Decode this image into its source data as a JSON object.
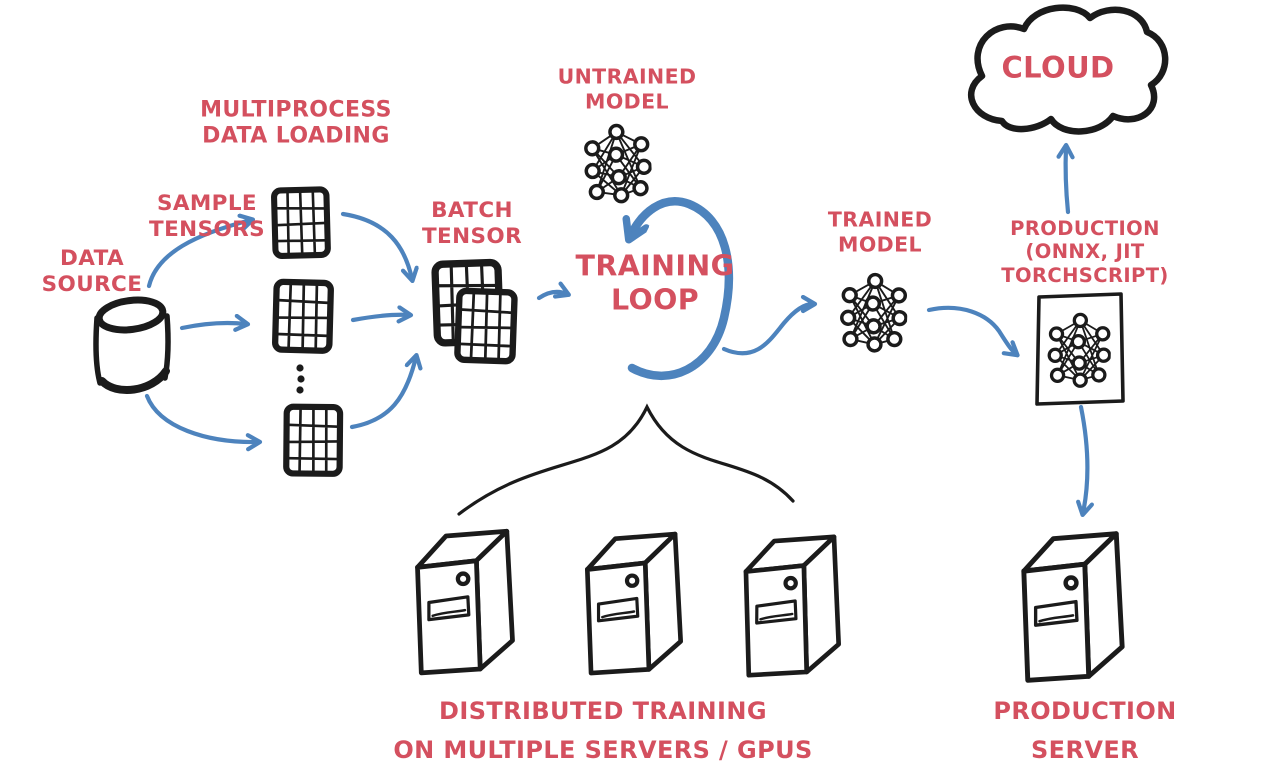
{
  "diagram": {
    "title": "Hand-drawn machine learning training pipeline diagram",
    "colors": {
      "background": "#ffffff",
      "label_red": "#d4505f",
      "arrow_blue": "#4d83bd",
      "ink_black": "#1b1b1b"
    },
    "nodes": {
      "multiprocess_data_loading": {
        "line1": "MULTIPROCESS",
        "line2": "DATA LOADING"
      },
      "sample_tensors": {
        "line1": "SAMPLE",
        "line2": "TENSORS"
      },
      "data_source": {
        "line1": "DATA",
        "line2": "SOURCE"
      },
      "batch_tensor": {
        "line1": "BATCH",
        "line2": "TENSOR"
      },
      "untrained_model": {
        "line1": "UNTRAINED",
        "line2": "MODEL"
      },
      "training_loop": {
        "line1": "TRAINING",
        "line2": "LOOP"
      },
      "trained_model": {
        "line1": "TRAINED",
        "line2": "MODEL"
      },
      "production": {
        "line1": "PRODUCTION",
        "line2": "(ONNX, JIT",
        "line3": "TORCHSCRIPT)"
      },
      "cloud": {
        "line1": "CLOUD"
      },
      "distributed_training": {
        "line1": "DISTRIBUTED TRAINING",
        "line2": "ON MULTIPLE SERVERS / GPUS"
      },
      "production_server": {
        "line1": "PRODUCTION",
        "line2": "SERVER"
      }
    },
    "icons": {
      "data_source": "database-cylinder-icon",
      "sample_tensors": "tensor-grid-icon",
      "batch_tensor": "stacked-tensor-grids-icon",
      "models": "neural-network-icon",
      "training_loop": "circular-loop-arrow-icon",
      "cloud": "cloud-icon",
      "servers": "server-tower-icon"
    }
  }
}
